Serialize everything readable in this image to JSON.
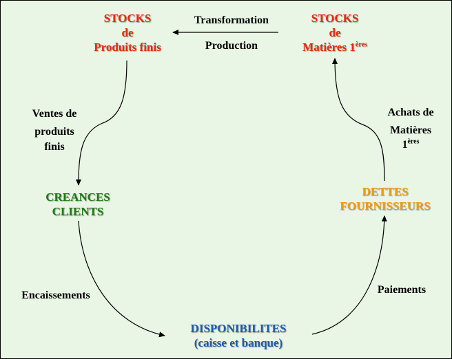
{
  "nodes": {
    "stocks_finis": {
      "lines": [
        "STOCKS",
        "de",
        "Produits finis"
      ],
      "color": "#e8290b"
    },
    "stocks_matieres": {
      "lines": [
        "STOCKS",
        "de",
        "Matières 1"
      ],
      "sup": "ères",
      "color": "#e8290b"
    },
    "creances": {
      "lines": [
        "CREANCES",
        "CLIENTS"
      ],
      "color": "#1e7a12"
    },
    "dettes": {
      "lines": [
        "DETTES",
        "FOURNISSEURS"
      ],
      "color": "#f39a10"
    },
    "disponibilites": {
      "lines": [
        "DISPONIBILITES",
        "(caisse et banque)"
      ],
      "color": "#1a5cb0"
    }
  },
  "labels": {
    "transformation": "Transformation",
    "production": "Production",
    "ventes": [
      "Ventes de",
      "produits",
      "finis"
    ],
    "achats": [
      "Achats de",
      "Matières",
      "1"
    ],
    "achats_sup": "ères",
    "encaissements": "Encaissements",
    "paiements": "Paiements"
  }
}
